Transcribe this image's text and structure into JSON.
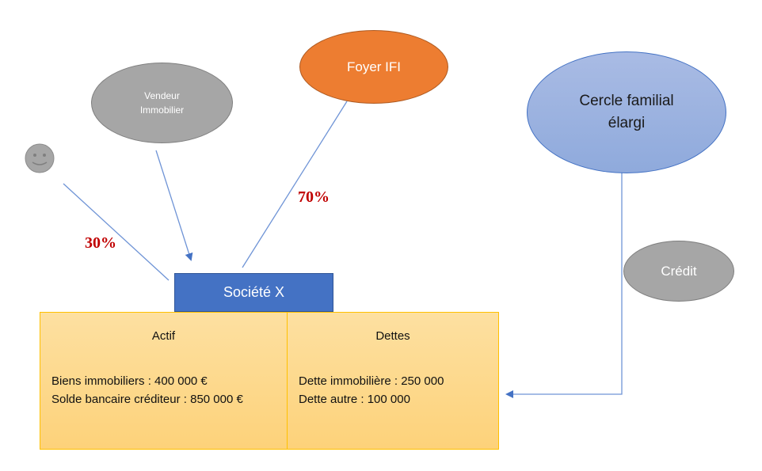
{
  "diagram": {
    "nodes": {
      "person": {
        "icon": "smiley-face-icon"
      },
      "vendeur": {
        "label": "Vendeur\nImmobilier"
      },
      "foyer": {
        "label": "Foyer IFI"
      },
      "cercle": {
        "label": "Cercle familial\nélargi"
      },
      "credit": {
        "label": "Crédit"
      },
      "societe": {
        "label": "Société X"
      }
    },
    "percentages": {
      "person_share": "30%",
      "foyer_share": "70%"
    },
    "balance_sheet": {
      "actif": {
        "title": "Actif",
        "lines": [
          "Biens immobiliers : 400 000 €",
          "Solde bancaire créditeur : 850 000 €"
        ]
      },
      "dettes": {
        "title": "Dettes",
        "lines": [
          "Dette immobilière : 250 000",
          "Dette autre : 100 000"
        ]
      }
    },
    "colors": {
      "connector": "#4472c4",
      "connector_light": "#6f94d6",
      "percentage_text": "#c00000",
      "gray_node": "#a6a6a6",
      "orange_node": "#ed7d31",
      "blue_node": "#8faadc",
      "societe_box": "#4472c4",
      "balance_fill": "#fdd88a",
      "balance_border": "#ffc000"
    }
  }
}
